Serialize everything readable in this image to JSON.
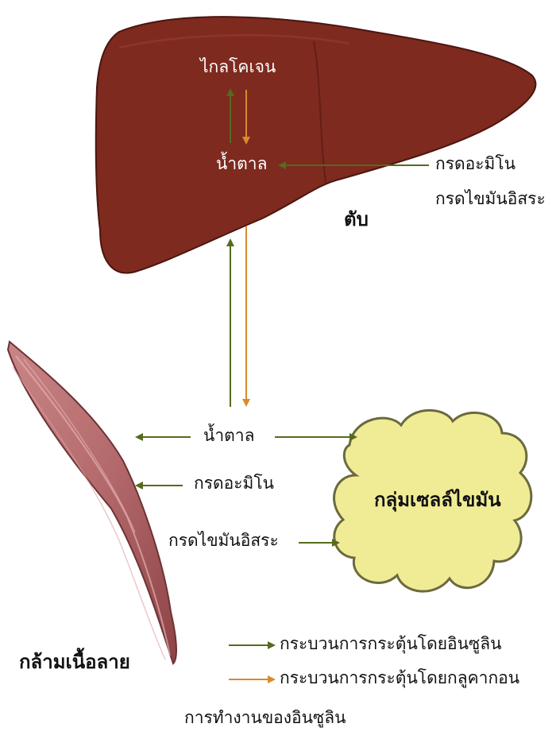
{
  "liver": {
    "name": "ตับ",
    "glycogen": "ไกลโคเจน",
    "sugar": "น้ำตาล",
    "input_amino": "กรดอะมิโน",
    "input_fatty": "กรดไขมันอิสระ"
  },
  "flows": {
    "sugar": "น้ำตาล",
    "amino": "กรดอะมิโน",
    "fatty": "กรดไขมันอิสระ"
  },
  "muscle": {
    "name": "กล้ามเนื้อลาย"
  },
  "fat_cells": {
    "name": "กลุ่มเซลล์ไขมัน"
  },
  "legend": {
    "insulin": "กระบวนการกระตุ้นโดยอินซูลิน",
    "glucagon": "กระบวนการกระตุ้นโดยกลูคากอน"
  },
  "caption": "การทำงานของอินซูลิน",
  "colors": {
    "insulin_arrow": "#556b1e",
    "glucagon_arrow": "#d88a2e",
    "liver": "#7e2a1f",
    "fat": "#f0ec96"
  }
}
